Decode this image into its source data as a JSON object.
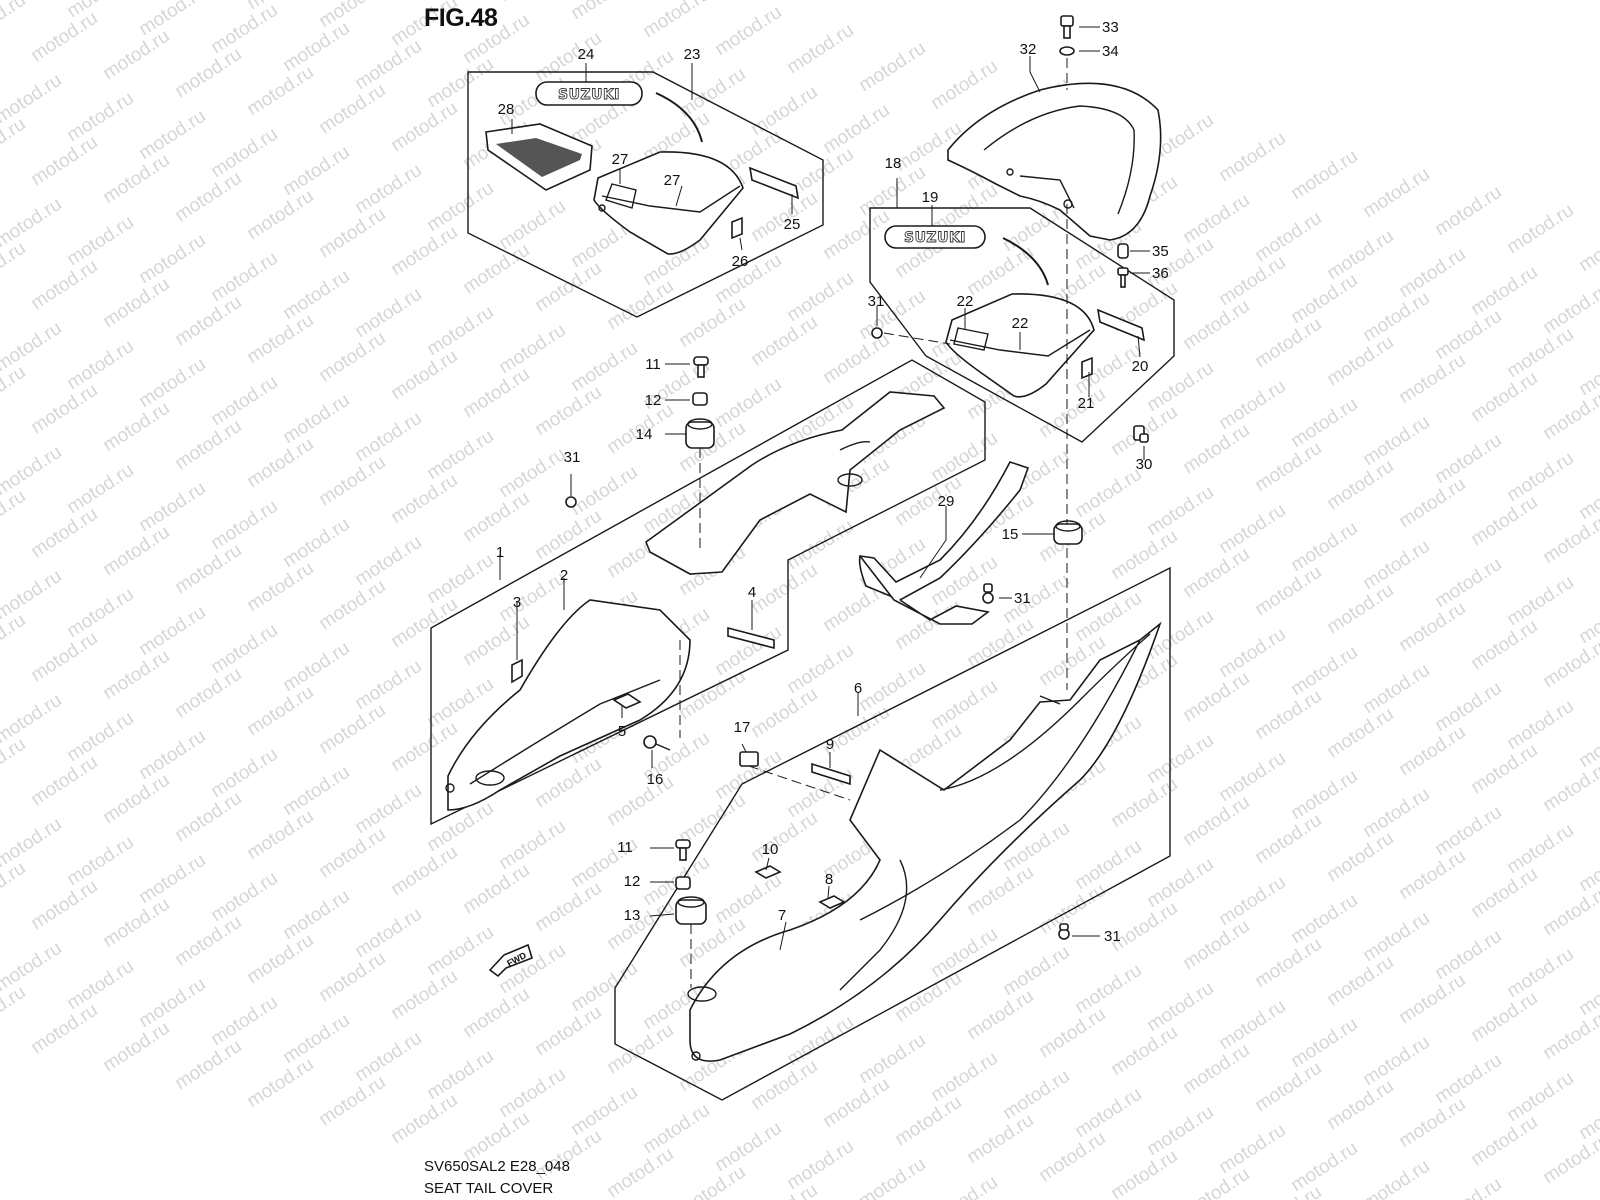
{
  "header": {
    "figure": "FIG.48"
  },
  "footer": {
    "model_code": "SV650SAL2 E28_048",
    "group_name": "SEAT TAIL COVER"
  },
  "watermark": {
    "text": "motod.ru",
    "color": "#d6d6d6"
  },
  "logos": {
    "brand": "SUZUKI"
  },
  "direction_badge": {
    "text": "FWD"
  },
  "callouts": {
    "c1": "1",
    "c2": "2",
    "c3": "3",
    "c4": "4",
    "c5": "5",
    "c6": "6",
    "c7": "7",
    "c8": "8",
    "c9": "9",
    "c10": "10",
    "c11a": "11",
    "c11b": "11",
    "c12a": "12",
    "c12b": "12",
    "c13": "13",
    "c14": "14",
    "c15": "15",
    "c16": "16",
    "c17": "17",
    "c18": "18",
    "c19": "19",
    "c20": "20",
    "c21": "21",
    "c22a": "22",
    "c22b": "22",
    "c23": "23",
    "c24": "24",
    "c25": "25",
    "c26": "26",
    "c27a": "27",
    "c27b": "27",
    "c28": "28",
    "c29": "29",
    "c30": "30",
    "c31a": "31",
    "c31b": "31",
    "c31c": "31",
    "c31d": "31",
    "c32": "32",
    "c33": "33",
    "c34": "34",
    "c35": "35",
    "c36": "36"
  }
}
